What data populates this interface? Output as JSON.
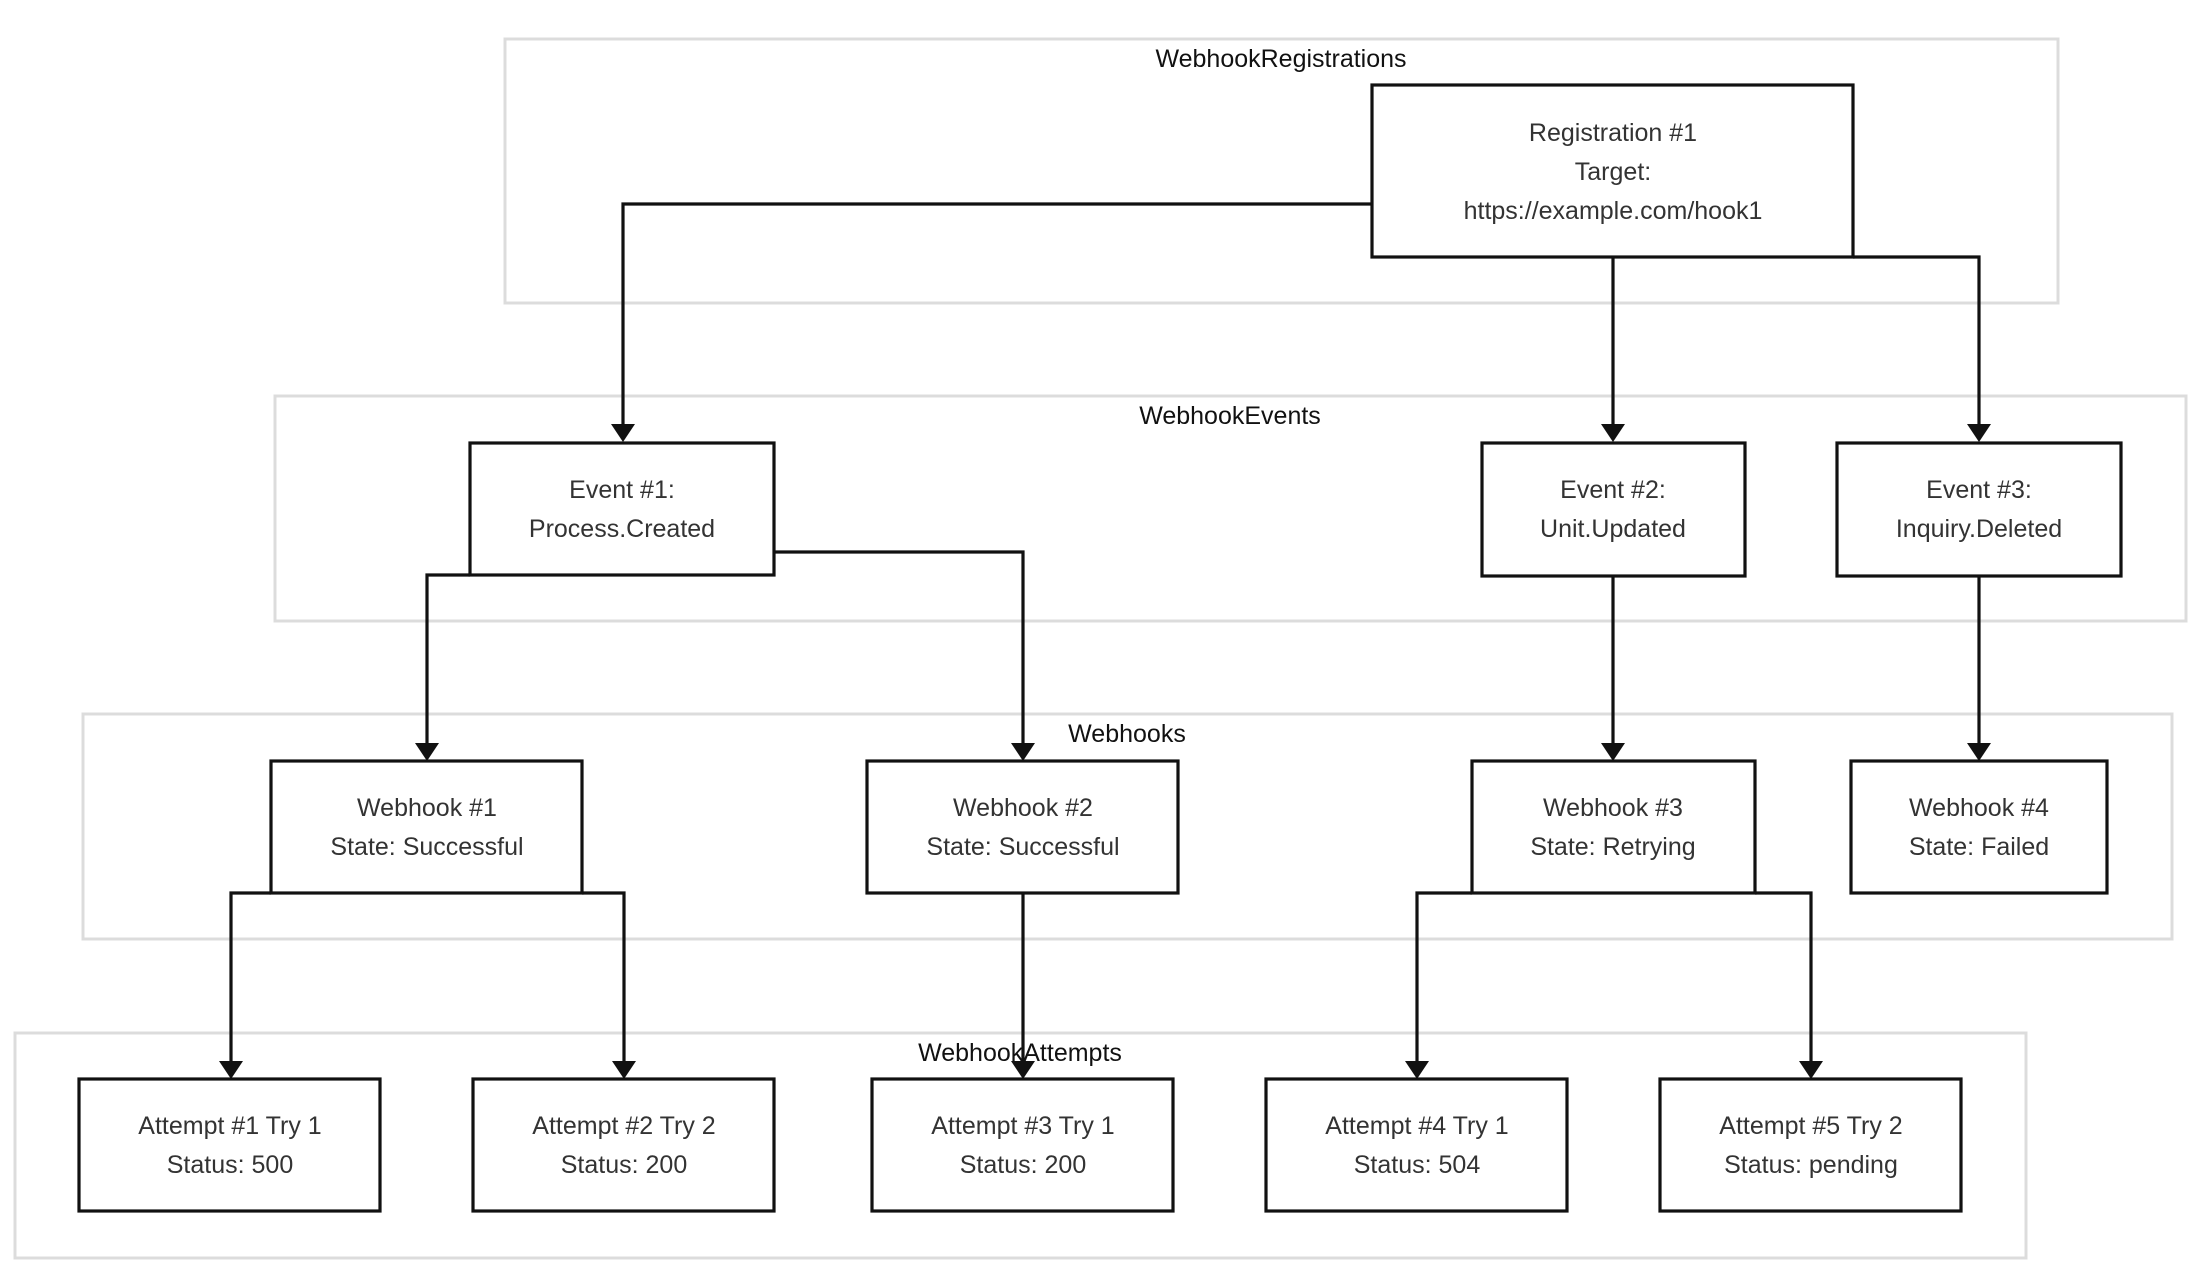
{
  "groups": {
    "registrations": "WebhookRegistrations",
    "events": "WebhookEvents",
    "webhooks": "Webhooks",
    "attempts": "WebhookAttempts"
  },
  "nodes": {
    "reg1": {
      "line1": "Registration #1",
      "line2": "Target:",
      "line3": "https://example.com/hook1"
    },
    "event1": {
      "line1": "Event #1:",
      "line2": "Process.Created"
    },
    "event2": {
      "line1": "Event #2:",
      "line2": "Unit.Updated"
    },
    "event3": {
      "line1": "Event #3:",
      "line2": "Inquiry.Deleted"
    },
    "webhook1": {
      "line1": "Webhook #1",
      "line2": "State: Successful"
    },
    "webhook2": {
      "line1": "Webhook #2",
      "line2": "State: Successful"
    },
    "webhook3": {
      "line1": "Webhook #3",
      "line2": "State: Retrying"
    },
    "webhook4": {
      "line1": "Webhook #4",
      "line2": "State: Failed"
    },
    "attempt1": {
      "line1": "Attempt #1 Try 1",
      "line2": "Status: 500"
    },
    "attempt2": {
      "line1": "Attempt #2 Try 2",
      "line2": "Status: 200"
    },
    "attempt3": {
      "line1": "Attempt #3 Try 1",
      "line2": "Status: 200"
    },
    "attempt4": {
      "line1": "Attempt #4 Try 1",
      "line2": "Status: 504"
    },
    "attempt5": {
      "line1": "Attempt #5 Try 2",
      "line2": "Status: pending"
    }
  },
  "edges": [
    [
      "reg1",
      "event1"
    ],
    [
      "reg1",
      "event2"
    ],
    [
      "reg1",
      "event3"
    ],
    [
      "event1",
      "webhook1"
    ],
    [
      "event1",
      "webhook2"
    ],
    [
      "event2",
      "webhook3"
    ],
    [
      "event3",
      "webhook4"
    ],
    [
      "webhook1",
      "attempt1"
    ],
    [
      "webhook1",
      "attempt2"
    ],
    [
      "webhook2",
      "attempt3"
    ],
    [
      "webhook3",
      "attempt4"
    ],
    [
      "webhook3",
      "attempt5"
    ]
  ]
}
